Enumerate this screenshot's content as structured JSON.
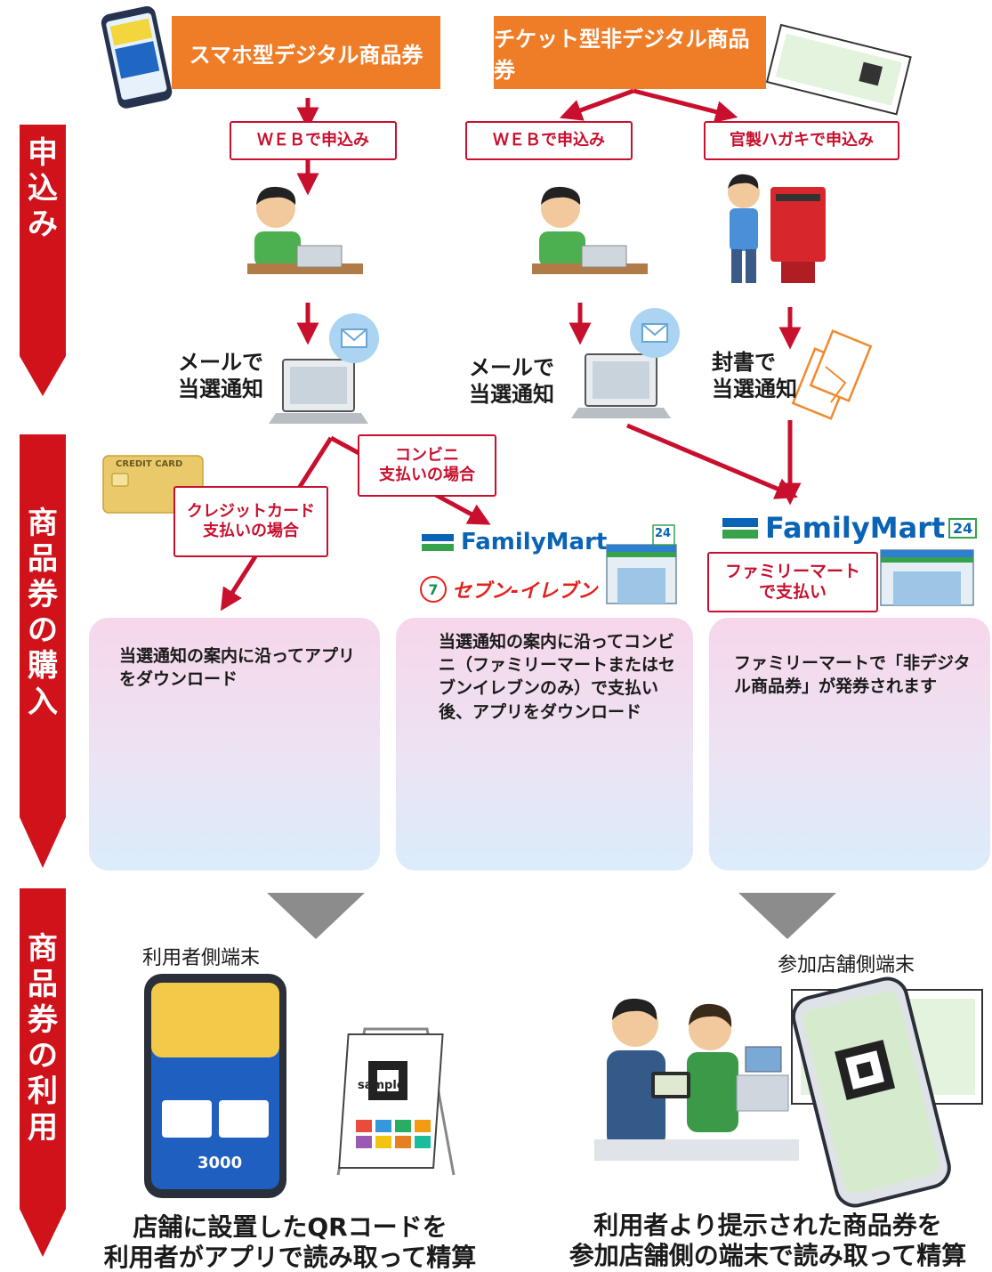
{
  "header": {
    "digital_title": "スマホ型デジタル商品券",
    "ticket_title": "チケット型非デジタル商品券"
  },
  "apply": {
    "web_left": "ＷＥＢで申込み",
    "web_mid": "ＷＥＢで申込み",
    "postcard": "官製ハガキで申込み"
  },
  "notify": {
    "email_left": [
      "メールで",
      "当選通知"
    ],
    "email_mid": [
      "メールで",
      "当選通知"
    ],
    "letter": [
      "封書で",
      "当選通知"
    ]
  },
  "stages": {
    "apply": [
      "申",
      "込",
      "み"
    ],
    "purchase": [
      "商",
      "品",
      "券",
      "の",
      "購",
      "入"
    ],
    "use": [
      "商",
      "品",
      "券",
      "の",
      "利",
      "用"
    ]
  },
  "payment": {
    "conv": [
      "コンビニ",
      "支払いの場合"
    ],
    "credit": [
      "クレジットカード",
      "支払いの場合"
    ],
    "fm_pay": [
      "ファミリーマート",
      "で支払い"
    ],
    "credit_card_label": "CREDIT CARD"
  },
  "stores": {
    "familymart": "FamilyMart",
    "seven": "セブン-イレブン",
    "sign_24": "24"
  },
  "cards": {
    "credit": "当選通知の案内に沿ってアプリをダウンロード",
    "conv": "当選通知の案内に沿ってコンビニ（ファミリーマートまたはセブンイレブンのみ）で支払い後、アプリをダウンロード",
    "fm": "ファミリーマートで「非デジタル商品券」が発券されます"
  },
  "usage": {
    "user_device": "利用者側端末",
    "store_device": "参加店舗側端末",
    "phone_amount": "3000",
    "qr_sample": "sample",
    "left_text": [
      "店舗に設置したQRコードを",
      "利用者がアプリで読み取って精算"
    ],
    "right_text": [
      "利用者より提示された商品券を",
      "参加店舗側の端末で読み取って精算"
    ]
  },
  "colors": {
    "orange": "#ef7d28",
    "red": "#c8102e",
    "stage_red": "#d0121b",
    "fm_blue": "#0a63b5",
    "fm_green": "#36a24a",
    "gray_arrow": "#8c8c8c"
  }
}
